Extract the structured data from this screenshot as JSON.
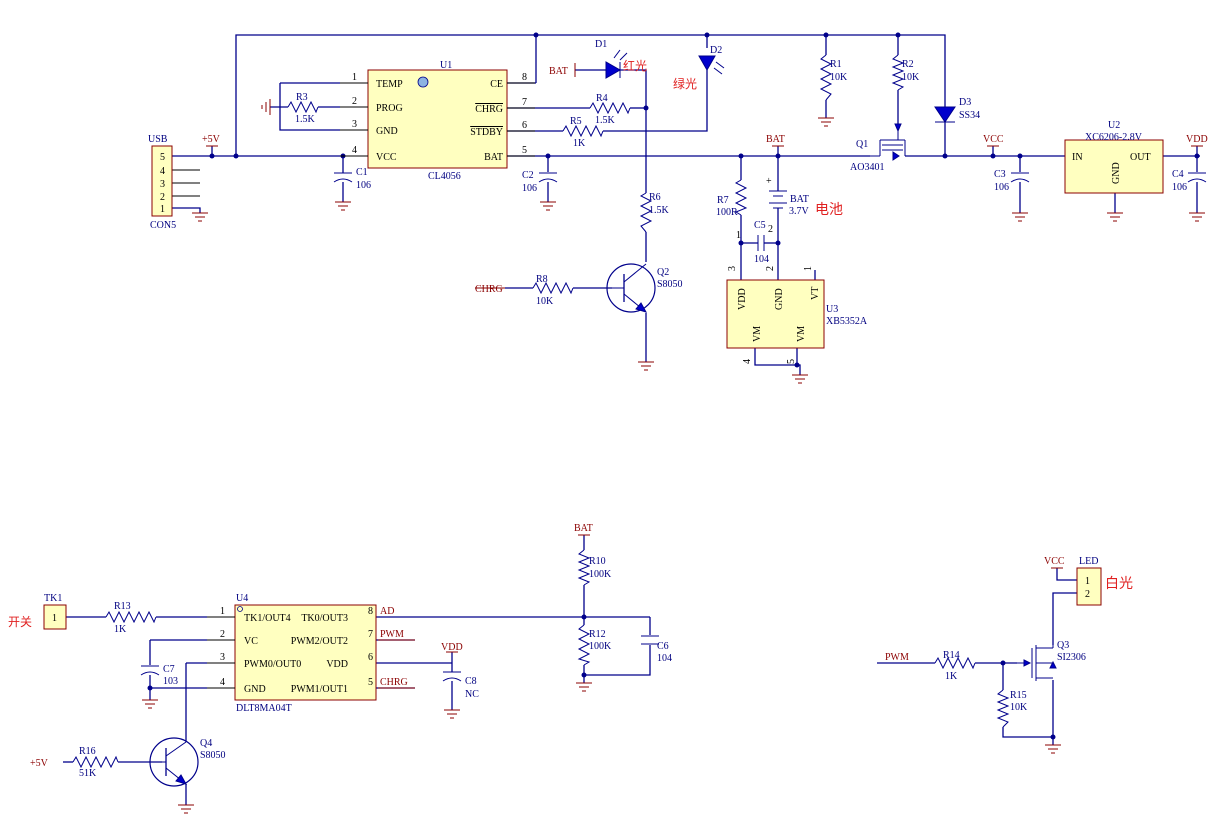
{
  "components": {
    "usb": {
      "label": "USB",
      "ref": "CON5",
      "pins": [
        "5",
        "4",
        "3",
        "2",
        "1"
      ]
    },
    "u1": {
      "ref": "U1",
      "part": "CL4056",
      "left_pins": [
        [
          "1",
          "TEMP"
        ],
        [
          "2",
          "PROG"
        ],
        [
          "3",
          "GND"
        ],
        [
          "4",
          "VCC"
        ]
      ],
      "right_pins": [
        [
          "8",
          "CE"
        ],
        [
          "7",
          "CHRG"
        ],
        [
          "6",
          "STDBY"
        ],
        [
          "5",
          "BAT"
        ]
      ]
    },
    "u2": {
      "ref": "U2",
      "part": "XC6206-2.8V",
      "in": "IN",
      "out": "OUT",
      "gnd": "GND"
    },
    "u3": {
      "ref": "U3",
      "part": "XB5352A",
      "pins": [
        "VDD",
        "GND",
        "VT",
        "VM",
        "VM"
      ],
      "pin_nums": [
        "3",
        "2",
        "1",
        "4",
        "5"
      ]
    },
    "u4": {
      "ref": "U4",
      "part": "DLT8MA04T",
      "left_pins": [
        [
          "1",
          "TK1/OUT4"
        ],
        [
          "2",
          "VC"
        ],
        [
          "3",
          "PWM0/OUT0"
        ],
        [
          "4",
          "GND"
        ]
      ],
      "right_pins": [
        [
          "8",
          "TK0/OUT3"
        ],
        [
          "7",
          "PWM2/OUT2"
        ],
        [
          "6",
          "VDD"
        ],
        [
          "5",
          "PWM1/OUT1"
        ]
      ]
    },
    "q1": {
      "ref": "Q1",
      "part": "AO3401"
    },
    "q2": {
      "ref": "Q2",
      "part": "S8050"
    },
    "q3": {
      "ref": "Q3",
      "part": "SI2306"
    },
    "q4": {
      "ref": "Q4",
      "part": "S8050"
    },
    "d1": {
      "ref": "D1",
      "note": "红光"
    },
    "d2": {
      "ref": "D2",
      "note": "绿光"
    },
    "d3": {
      "ref": "D3",
      "part": "SS34"
    },
    "bat": {
      "ref": "BAT",
      "value": "3.7V",
      "note": "电池"
    },
    "tk1": {
      "ref": "TK1",
      "pin": "1",
      "note": "开关"
    },
    "led": {
      "ref": "LED",
      "pins": [
        "1",
        "2"
      ],
      "note": "白光"
    },
    "r1": {
      "ref": "R1",
      "value": "10K"
    },
    "r2": {
      "ref": "R2",
      "value": "10K"
    },
    "r3": {
      "ref": "R3",
      "value": "1.5K"
    },
    "r4": {
      "ref": "R4",
      "value": "1.5K"
    },
    "r5": {
      "ref": "R5",
      "value": "1K"
    },
    "r6": {
      "ref": "R6",
      "value": "1.5K"
    },
    "r7": {
      "ref": "R7",
      "value": "100R"
    },
    "r8": {
      "ref": "R8",
      "value": "10K"
    },
    "r10": {
      "ref": "R10",
      "value": "100K"
    },
    "r12": {
      "ref": "R12",
      "value": "100K"
    },
    "r13": {
      "ref": "R13",
      "value": "1K"
    },
    "r14": {
      "ref": "R14",
      "value": "1K"
    },
    "r15": {
      "ref": "R15",
      "value": "10K"
    },
    "r16": {
      "ref": "R16",
      "value": "51K"
    },
    "c1": {
      "ref": "C1",
      "value": "106"
    },
    "c2": {
      "ref": "C2",
      "value": "106"
    },
    "c3": {
      "ref": "C3",
      "value": "106"
    },
    "c4": {
      "ref": "C4",
      "value": "106"
    },
    "c5": {
      "ref": "C5",
      "value": "104"
    },
    "c6": {
      "ref": "C6",
      "value": "104"
    },
    "c7": {
      "ref": "C7",
      "value": "103"
    },
    "c8": {
      "ref": "C8",
      "value": "NC"
    }
  },
  "nets": {
    "p5v": "+5V",
    "bat": "BAT",
    "vcc": "VCC",
    "vdd": "VDD",
    "chrg": "CHRG",
    "pwm": "PWM",
    "ad": "AD"
  }
}
